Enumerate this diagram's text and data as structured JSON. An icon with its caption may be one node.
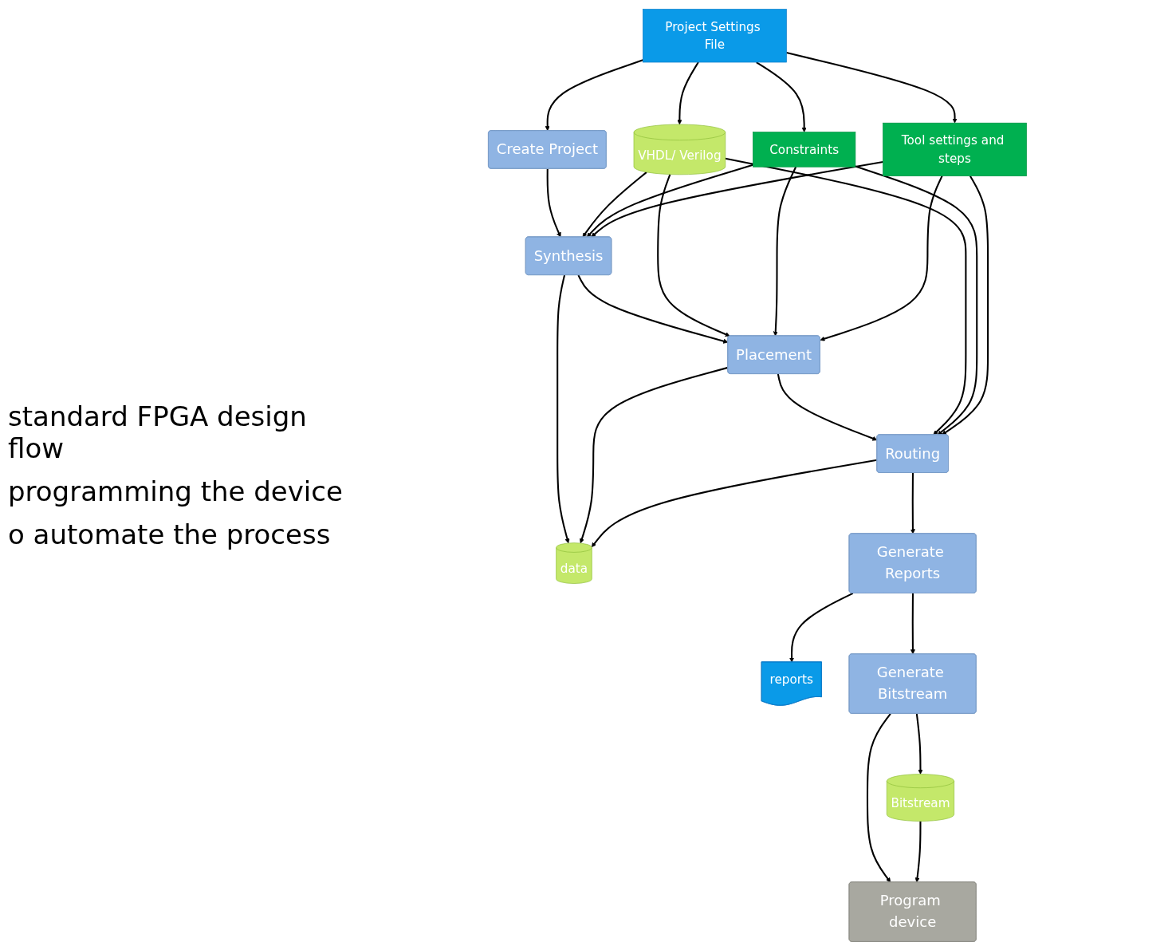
{
  "diagram": {
    "nodes": [
      {
        "text": [
          "Project Settings File"
        ]
      },
      {
        "text": [
          "VHDL/ Verilog"
        ]
      },
      {
        "text": [
          "Constraints"
        ]
      },
      {
        "text": [
          "Tool settings and steps"
        ]
      },
      {
        "text": [
          "Create Project"
        ]
      },
      {
        "text": [
          "Synthesis"
        ]
      },
      {
        "text": [
          "Placement"
        ]
      },
      {
        "text": [
          "Routing"
        ]
      },
      {
        "text": [
          "data"
        ]
      },
      {
        "text": [
          "Generate Reports"
        ]
      },
      {
        "text": [
          "reports"
        ]
      },
      {
        "text": [
          "Generate Bitstream"
        ]
      },
      {
        "text": [
          "Bitstream"
        ]
      },
      {
        "text": [
          "Program device"
        ]
      }
    ],
    "edges": [
      {
        "from": 0,
        "to": 4,
        "arrow": "to"
      },
      {
        "from": 4,
        "to": 5,
        "arrow": "to"
      },
      {
        "from": 5,
        "to": 6,
        "arrow": "to"
      },
      {
        "from": 6,
        "to": 7,
        "arrow": "to"
      },
      {
        "from": 7,
        "to": 9,
        "arrow": "to"
      },
      {
        "from": 9,
        "to": 11,
        "arrow": "to"
      },
      {
        "from": 11,
        "to": 13,
        "arrow": "to"
      },
      {
        "from": 0,
        "to": 1,
        "arrow": "to"
      },
      {
        "from": 0,
        "to": 2,
        "arrow": "to"
      },
      {
        "from": 0,
        "to": 3,
        "arrow": "to"
      },
      {
        "from": 1,
        "to": 5,
        "arrow": "to"
      },
      {
        "from": 1,
        "to": 6,
        "arrow": "to"
      },
      {
        "from": 1,
        "to": 7,
        "arrow": "to"
      },
      {
        "from": 2,
        "to": 5,
        "arrow": "to"
      },
      {
        "from": 2,
        "to": 6,
        "arrow": "to"
      },
      {
        "from": 2,
        "to": 7,
        "arrow": "to"
      },
      {
        "from": 3,
        "to": 5,
        "arrow": "to"
      },
      {
        "from": 3,
        "to": 6,
        "arrow": "to"
      },
      {
        "from": 3,
        "to": 7,
        "arrow": "to"
      },
      {
        "from": 5,
        "to": 8,
        "arrow": "to"
      },
      {
        "from": 6,
        "to": 8,
        "arrow": "to"
      },
      {
        "from": 7,
        "to": 8,
        "arrow": "to"
      },
      {
        "from": 9,
        "to": 10,
        "arrow": "to"
      },
      {
        "from": 11,
        "to": 12,
        "arrow": "to"
      },
      {
        "from": 12,
        "to": 13,
        "arrow": "to"
      }
    ],
    "labels": [
      "standard FPGA design flow",
      "programming the device",
      "o automate the process"
    ]
  }
}
